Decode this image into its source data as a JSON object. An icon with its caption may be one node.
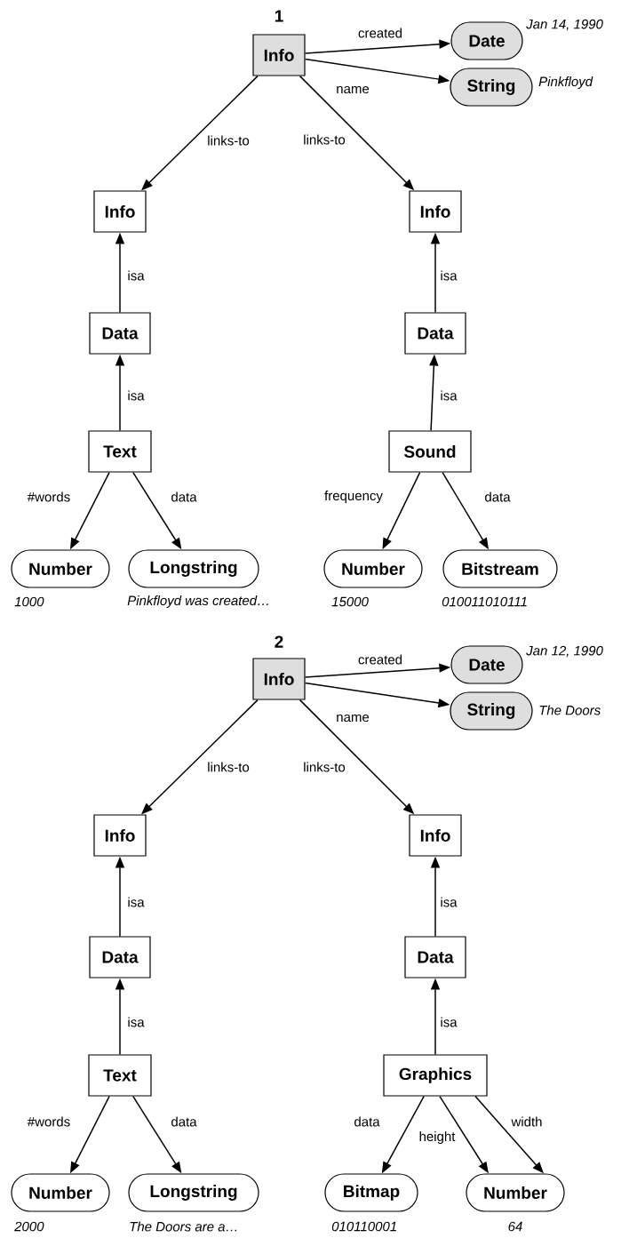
{
  "diagram": {
    "nodes": [
      {
        "text": [
          "Info"
        ]
      },
      {
        "text": [
          "Date"
        ],
        "beside": [
          "Jan 14, 1990"
        ]
      },
      {
        "text": [
          "String"
        ],
        "beside": [
          "Pinkfloyd"
        ]
      },
      {
        "text": [
          "Info"
        ]
      },
      {
        "text": [
          "Info"
        ]
      },
      {
        "text": [
          "Data"
        ]
      },
      {
        "text": [
          "Data"
        ]
      },
      {
        "text": [
          "Text"
        ]
      },
      {
        "text": [
          "Sound"
        ]
      },
      {
        "text": [
          "Number"
        ],
        "beside": [
          "1000"
        ]
      },
      {
        "text": [
          "Longstring"
        ],
        "beside": [
          "Pinkfloyd was created…"
        ]
      },
      {
        "text": [
          "Number"
        ],
        "beside": [
          "15000"
        ]
      },
      {
        "text": [
          "Bitstream"
        ],
        "beside": [
          "010011010111"
        ]
      },
      {
        "text": [
          "Info"
        ]
      },
      {
        "text": [
          "Date"
        ],
        "beside": [
          "Jan 12, 1990"
        ]
      },
      {
        "text": [
          "String"
        ],
        "beside": [
          "The Doors"
        ]
      },
      {
        "text": [
          "Info"
        ]
      },
      {
        "text": [
          "Info"
        ]
      },
      {
        "text": [
          "Data"
        ]
      },
      {
        "text": [
          "Data"
        ]
      },
      {
        "text": [
          "Text"
        ]
      },
      {
        "text": [
          "Graphics"
        ]
      },
      {
        "text": [
          "Number"
        ],
        "beside": [
          "2000"
        ]
      },
      {
        "text": [
          "Longstring"
        ],
        "beside": [
          "The Doors are a…"
        ]
      },
      {
        "text": [
          "Bitmap"
        ],
        "beside": [
          "010110001"
        ]
      },
      {
        "text": [
          "Number"
        ],
        "beside": [
          "64"
        ]
      }
    ],
    "edges": [
      {
        "from": 0,
        "to": 1,
        "arrow": "to",
        "label": "created"
      },
      {
        "from": 0,
        "to": 2,
        "arrow": "to",
        "label": "name"
      },
      {
        "from": 0,
        "to": 3,
        "arrow": "to",
        "label": "links-to"
      },
      {
        "from": 0,
        "to": 4,
        "arrow": "to",
        "label": "links-to"
      },
      {
        "from": 5,
        "to": 3,
        "arrow": "to",
        "label": "isa"
      },
      {
        "from": 7,
        "to": 5,
        "arrow": "to",
        "label": "isa"
      },
      {
        "from": 6,
        "to": 4,
        "arrow": "to",
        "label": "isa"
      },
      {
        "from": 8,
        "to": 6,
        "arrow": "to",
        "label": "isa"
      },
      {
        "from": 7,
        "to": 9,
        "arrow": "to",
        "label": "#words"
      },
      {
        "from": 7,
        "to": 10,
        "arrow": "to",
        "label": "data"
      },
      {
        "from": 8,
        "to": 11,
        "arrow": "to",
        "label": "frequency"
      },
      {
        "from": 8,
        "to": 12,
        "arrow": "to",
        "label": "data"
      },
      {
        "from": 13,
        "to": 14,
        "arrow": "to",
        "label": "created"
      },
      {
        "from": 13,
        "to": 15,
        "arrow": "to",
        "label": "name"
      },
      {
        "from": 13,
        "to": 16,
        "arrow": "to",
        "label": "links-to"
      },
      {
        "from": 13,
        "to": 17,
        "arrow": "to",
        "label": "links-to"
      },
      {
        "from": 18,
        "to": 16,
        "arrow": "to",
        "label": "isa"
      },
      {
        "from": 20,
        "to": 18,
        "arrow": "to",
        "label": "isa"
      },
      {
        "from": 19,
        "to": 17,
        "arrow": "to",
        "label": "isa"
      },
      {
        "from": 21,
        "to": 19,
        "arrow": "to",
        "label": "isa"
      },
      {
        "from": 20,
        "to": 22,
        "arrow": "to",
        "label": "#words"
      },
      {
        "from": 20,
        "to": 23,
        "arrow": "to",
        "label": "data"
      },
      {
        "from": 21,
        "to": 24,
        "arrow": "to",
        "label": "data"
      },
      {
        "from": 21,
        "to": 25,
        "arrow": "to",
        "label": "height"
      },
      {
        "from": 21,
        "to": 25,
        "arrow": "to",
        "label": "width"
      }
    ],
    "labels": [
      "1",
      "2"
    ]
  }
}
